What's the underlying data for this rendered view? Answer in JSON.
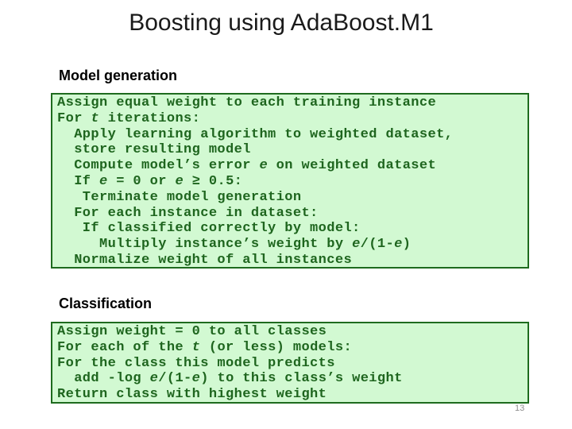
{
  "slide": {
    "title": "Boosting using AdaBoost.M1",
    "page_number": "13"
  },
  "colors": {
    "title_text": "#1a1a1a",
    "heading_text": "#000000",
    "code_text": "#1e651e",
    "code_box_bg": "#d2f9d2",
    "code_box_border": "#1e6b1e",
    "page_number_text": "#8f8f8f"
  },
  "sections": [
    {
      "heading": "Model generation",
      "code_lines": [
        [
          {
            "style": "normal",
            "text": "Assign equal weight to each training instance"
          }
        ],
        [
          {
            "style": "normal",
            "text": "For "
          },
          {
            "style": "italic",
            "text": "t"
          },
          {
            "style": "normal",
            "text": " iterations:"
          }
        ],
        [
          {
            "style": "normal",
            "text": "  Apply learning algorithm to weighted dataset,"
          }
        ],
        [
          {
            "style": "normal",
            "text": "  store resulting model"
          }
        ],
        [
          {
            "style": "normal",
            "text": "  Compute model’s error "
          },
          {
            "style": "italic",
            "text": "e"
          },
          {
            "style": "normal",
            "text": " on weighted dataset"
          }
        ],
        [
          {
            "style": "normal",
            "text": "  If "
          },
          {
            "style": "italic",
            "text": "e"
          },
          {
            "style": "normal",
            "text": " = 0 or "
          },
          {
            "style": "italic",
            "text": "e"
          },
          {
            "style": "normal",
            "text": " ≥ 0.5:"
          }
        ],
        [
          {
            "style": "normal",
            "text": "   Terminate model generation"
          }
        ],
        [
          {
            "style": "normal",
            "text": "  For each instance in dataset:"
          }
        ],
        [
          {
            "style": "normal",
            "text": "   If classified correctly by model:"
          }
        ],
        [
          {
            "style": "normal",
            "text": "     Multiply instance’s weight by "
          },
          {
            "style": "italic",
            "text": "e"
          },
          {
            "style": "normal",
            "text": "/(1-"
          },
          {
            "style": "italic",
            "text": "e"
          },
          {
            "style": "normal",
            "text": ")"
          }
        ],
        [
          {
            "style": "normal",
            "text": "  Normalize weight of all instances"
          }
        ]
      ]
    },
    {
      "heading": "Classification",
      "code_lines": [
        [
          {
            "style": "normal",
            "text": "Assign weight = 0 to all classes"
          }
        ],
        [
          {
            "style": "normal",
            "text": "For each of the "
          },
          {
            "style": "italic",
            "text": "t"
          },
          {
            "style": "normal",
            "text": " (or less) models:"
          }
        ],
        [
          {
            "style": "normal",
            "text": "For the class this model predicts"
          }
        ],
        [
          {
            "style": "normal",
            "text": "  add -log "
          },
          {
            "style": "italic",
            "text": "e"
          },
          {
            "style": "normal",
            "text": "/(1-"
          },
          {
            "style": "italic",
            "text": "e"
          },
          {
            "style": "normal",
            "text": ") to this class’s weight"
          }
        ],
        [
          {
            "style": "normal",
            "text": "Return class with highest weight"
          }
        ]
      ]
    }
  ]
}
